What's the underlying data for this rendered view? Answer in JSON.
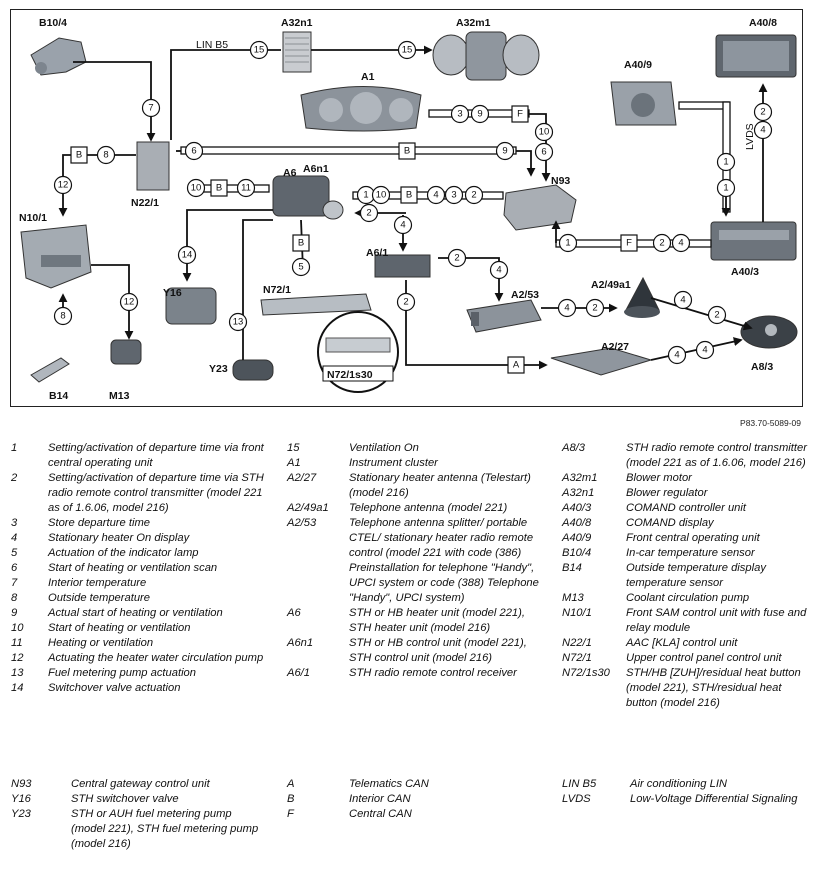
{
  "diagram": {
    "component_labels": {
      "B10_4": "B10/4",
      "A32n1": "A32n1",
      "A32m1": "A32m1",
      "A40_8": "A40/8",
      "A1": "A1",
      "A40_9": "A40/9",
      "N22_1": "N22/1",
      "N10_1": "N10/1",
      "A6": "A6",
      "A6n1": "A6n1",
      "N93": "N93",
      "A6_1": "A6/1",
      "A2_53": "A2/53",
      "A2_49a1": "A2/49a1",
      "Y16": "Y16",
      "N72_1": "N72/1",
      "N72_1s30": "N72/1s30",
      "A2_27": "A2/27",
      "A8_3": "A8/3",
      "A40_3": "A40/3",
      "Y23": "Y23",
      "B14": "B14",
      "M13": "M13"
    },
    "bus_labels": {
      "lin": "LIN B5",
      "lvds": "LVDS"
    },
    "badges": [
      "15",
      "15",
      "7",
      "3",
      "9",
      "F",
      "10",
      "6",
      "B",
      "8",
      "6",
      "B",
      "9",
      "12",
      "10",
      "B",
      "11",
      "1",
      "10",
      "B",
      "4",
      "3",
      "2",
      "2",
      "4",
      "B",
      "5",
      "14",
      "12",
      "8",
      "13",
      "1",
      "F",
      "2",
      "4",
      "2",
      "4",
      "2",
      "4",
      "2",
      "4",
      "2",
      "4",
      "4",
      "A",
      "1",
      "1",
      "2",
      "4"
    ],
    "reference_code": "P83.70-5089-09"
  },
  "legend": {
    "col1": [
      {
        "k": "1",
        "v": "Setting/activation of departure time via front central operating unit"
      },
      {
        "k": "2",
        "v": "Setting/activation of departure time via STH radio remote control transmitter (model 221 as of 1.6.06, model 216)"
      },
      {
        "k": "3",
        "v": "Store departure time"
      },
      {
        "k": "4",
        "v": "Stationary heater On display"
      },
      {
        "k": "5",
        "v": "Actuation of the indicator lamp"
      },
      {
        "k": "6",
        "v": "Start of heating or ventilation scan"
      },
      {
        "k": "7",
        "v": "Interior temperature"
      },
      {
        "k": "8",
        "v": "Outside temperature"
      },
      {
        "k": "9",
        "v": "Actual start of heating or ventilation"
      },
      {
        "k": "10",
        "v": "Start of heating or ventilation"
      },
      {
        "k": "11",
        "v": "Heating or ventilation"
      },
      {
        "k": "12",
        "v": "Actuating the heater water circulation pump"
      },
      {
        "k": "13",
        "v": "Fuel metering pump actuation"
      },
      {
        "k": "14",
        "v": "Switchover valve actuation"
      }
    ],
    "col2": [
      {
        "k": "15",
        "v": "Ventilation On"
      },
      {
        "k": "A1",
        "v": "Instrument cluster"
      },
      {
        "k": "A2/27",
        "v": "Stationary heater antenna (Telestart) (model 216)"
      },
      {
        "k": "A2/49a1",
        "v": "Telephone antenna (model 221)"
      },
      {
        "k": "A2/53",
        "v": "Telephone antenna splitter/ portable CTEL/ stationary heater radio remote control (model 221 with code (386) Preinstallation for telephone \"Handy\", UPCI system or code (388) Telephone \"Handy\", UPCI system)"
      },
      {
        "k": "A6",
        "v": "STH or HB heater unit (model 221), STH heater unit (model 216)"
      },
      {
        "k": "A6n1",
        "v": "STH or HB control unit (model 221), STH control unit (model 216)"
      },
      {
        "k": "A6/1",
        "v": "STH radio remote control receiver"
      }
    ],
    "col3": [
      {
        "k": "A8/3",
        "v": "STH radio remote control transmitter (model 221 as of 1.6.06, model 216)"
      },
      {
        "k": "A32m1",
        "v": "Blower motor"
      },
      {
        "k": "A32n1",
        "v": "Blower regulator"
      },
      {
        "k": "A40/3",
        "v": "COMAND controller unit"
      },
      {
        "k": "A40/8",
        "v": "COMAND display"
      },
      {
        "k": "A40/9",
        "v": "Front central operating unit"
      },
      {
        "k": "B10/4",
        "v": "In-car temperature sensor"
      },
      {
        "k": "B14",
        "v": "Outside temperature display temperature sensor"
      },
      {
        "k": "M13",
        "v": "Coolant circulation pump"
      },
      {
        "k": "N10/1",
        "v": "Front SAM control unit with fuse and relay module"
      },
      {
        "k": "N22/1",
        "v": "AAC [KLA] control unit"
      },
      {
        "k": "N72/1",
        "v": "Upper control panel control unit"
      },
      {
        "k": "N72/1s30",
        "v": "STH/HB [ZUH]/residual heat button (model 221), STH/residual heat button (model 216)"
      }
    ],
    "bottom1": [
      {
        "k": "N93",
        "v": "Central gateway control unit"
      },
      {
        "k": "Y16",
        "v": "STH switchover valve"
      },
      {
        "k": "Y23",
        "v": "STH or AUH fuel metering pump (model 221), STH fuel metering pump (model 216)"
      }
    ],
    "bottom2": [
      {
        "k": "A",
        "v": "Telematics CAN"
      },
      {
        "k": "B",
        "v": "Interior CAN"
      },
      {
        "k": "F",
        "v": "Central CAN"
      }
    ],
    "bottom3": [
      {
        "k": "LIN B5",
        "v": "Air conditioning LIN"
      },
      {
        "k": "LVDS",
        "v": "Low-Voltage Differential Signaling"
      }
    ]
  }
}
